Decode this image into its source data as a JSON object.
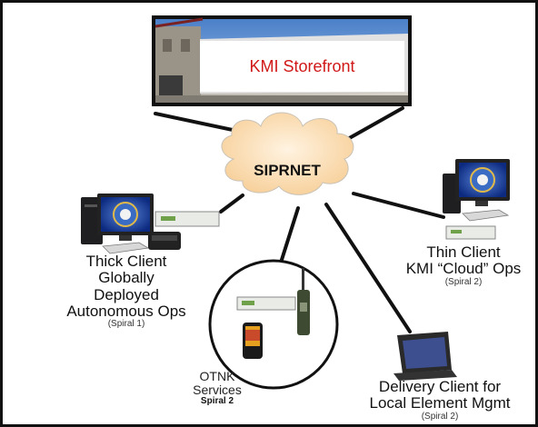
{
  "storefront": {
    "label": "KMI Storefront"
  },
  "network": {
    "label": "SIPRNET"
  },
  "thick_client": {
    "lines": [
      "Thick Client",
      "Globally",
      "Deployed",
      "Autonomous Ops"
    ],
    "spiral": "(Spiral 1)"
  },
  "thin_client": {
    "lines": [
      "Thin Client",
      "KMI “Cloud” Ops"
    ],
    "spiral": "(Spiral 2)"
  },
  "otnk": {
    "lines": [
      "OTNK",
      "Services"
    ],
    "spiral": "Spiral 2"
  },
  "delivery_client": {
    "lines": [
      "Delivery Client for",
      "Local Element Mgmt"
    ],
    "spiral": "(Spiral 2)"
  },
  "colors": {
    "cloud_fill": "#fde2bd",
    "sign_text": "#d01818",
    "link_line": "#111111"
  }
}
